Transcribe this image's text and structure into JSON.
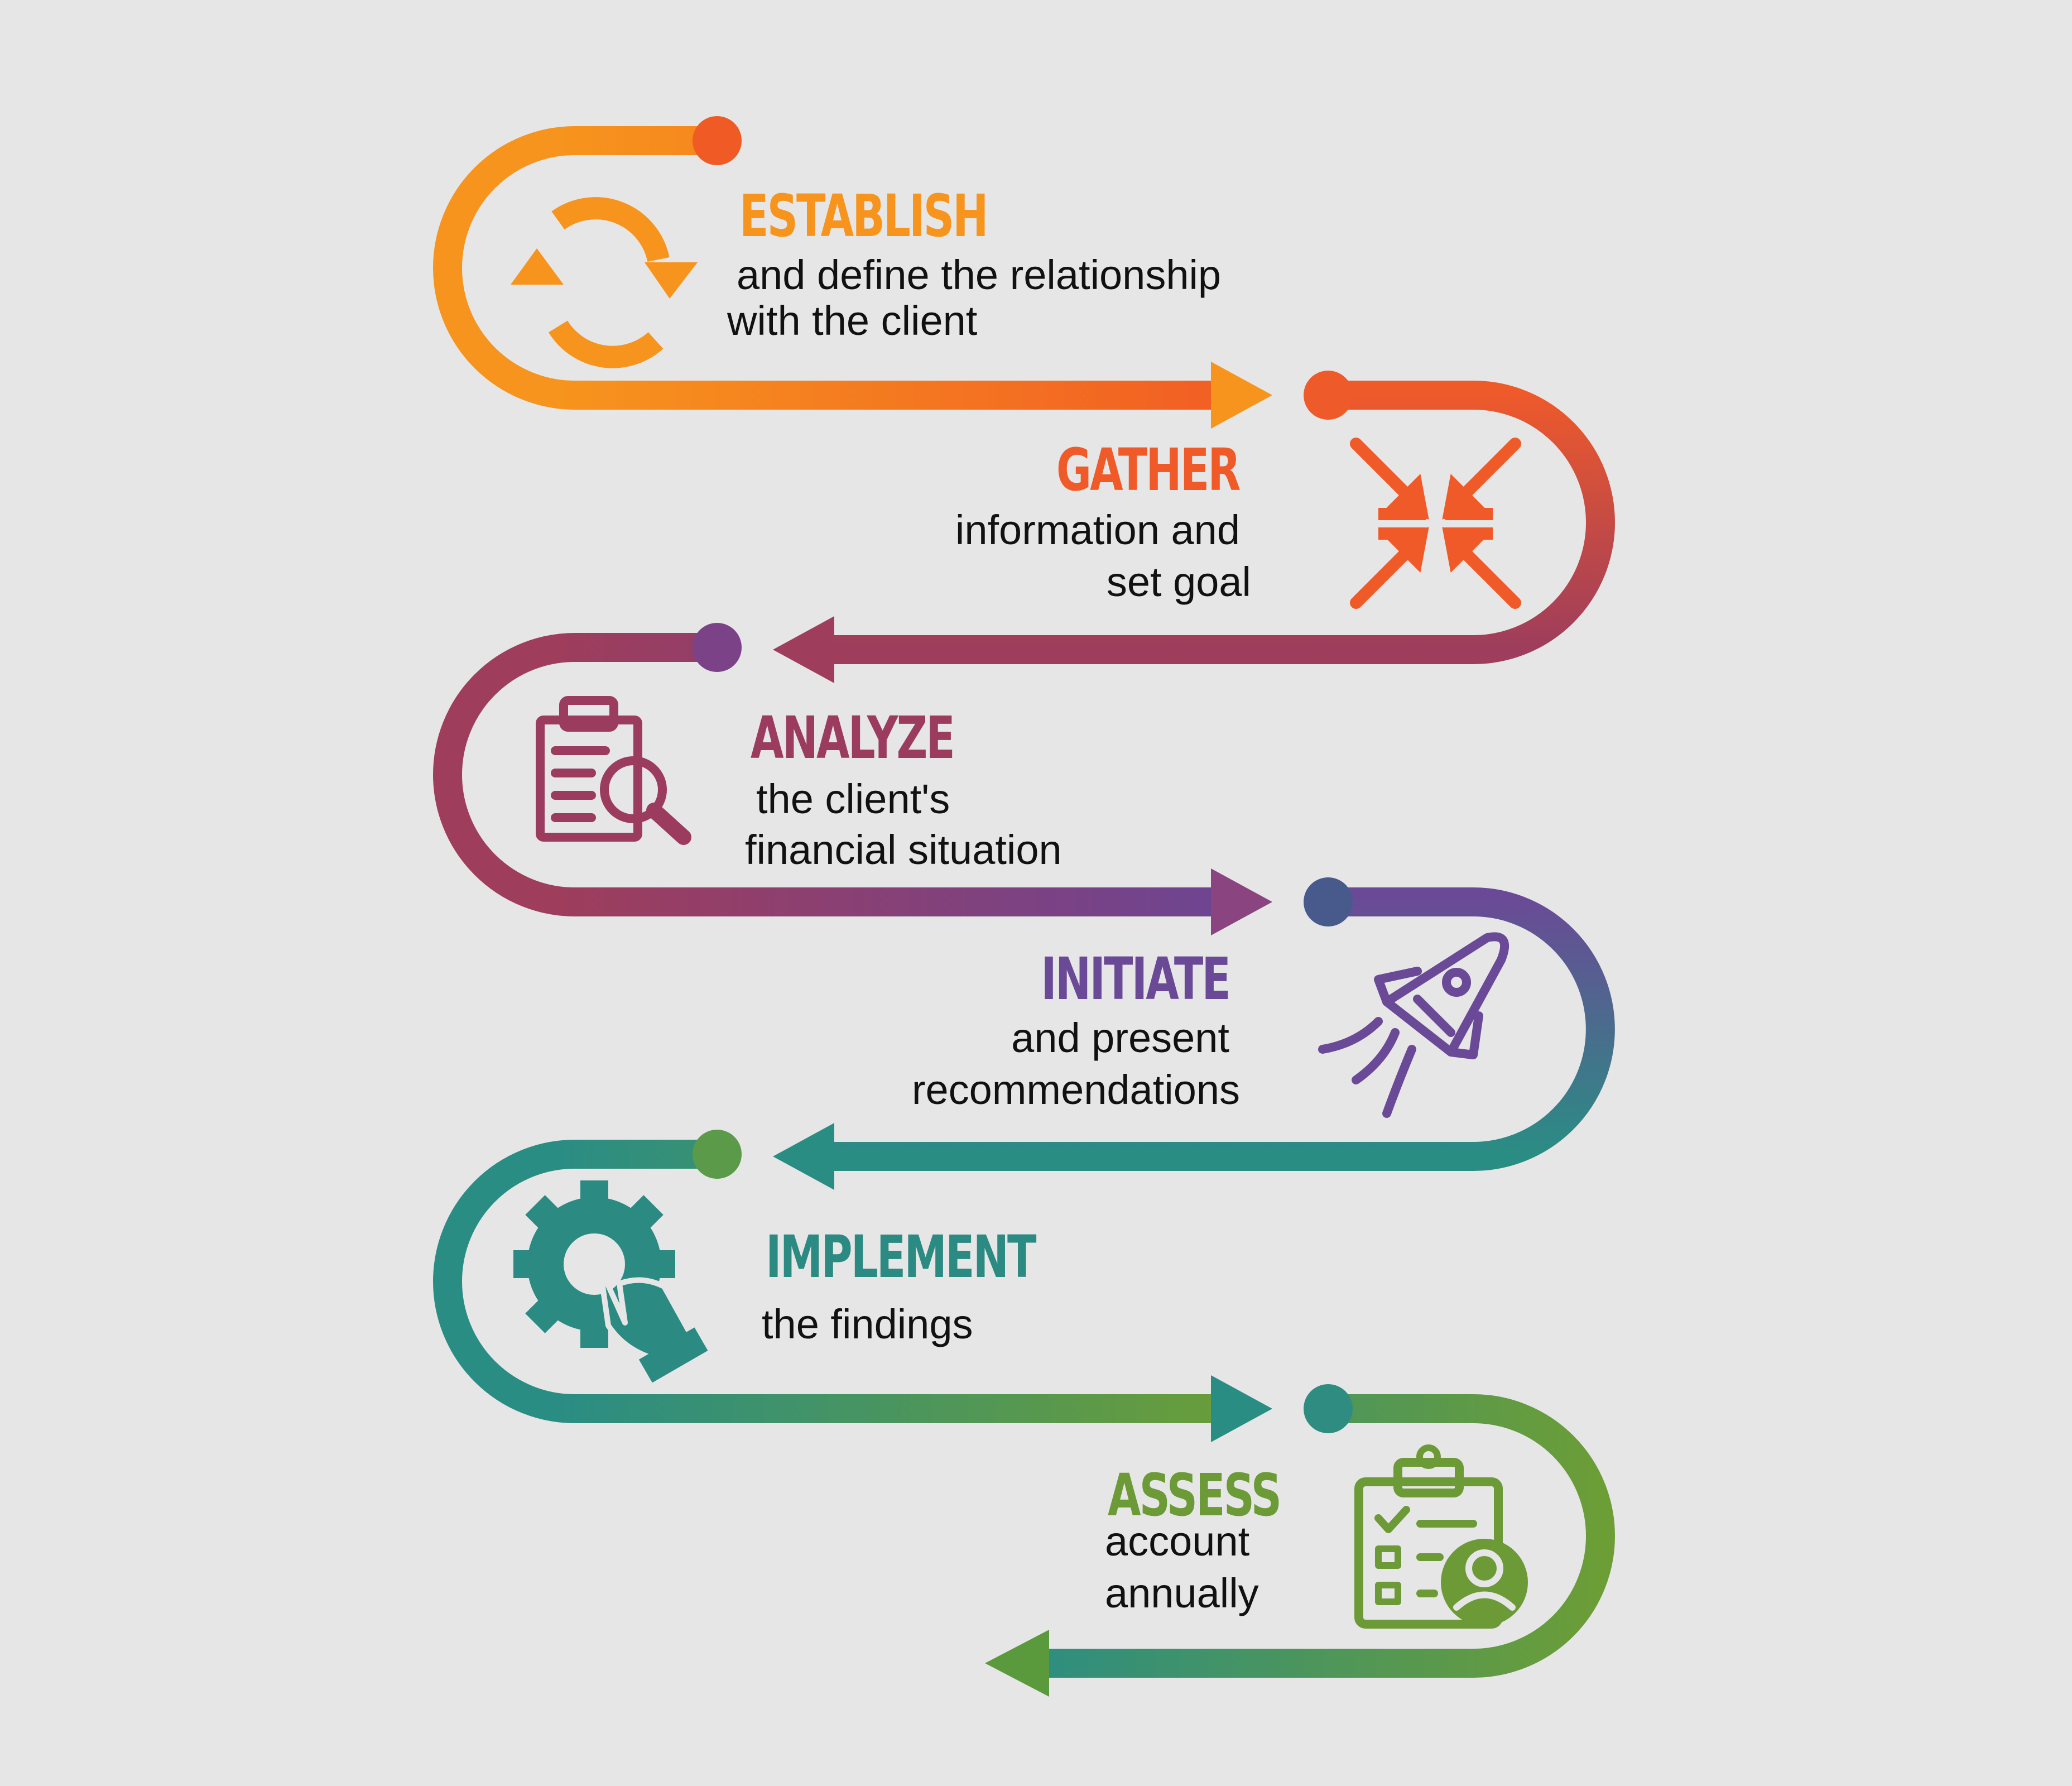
{
  "colors": {
    "background": "#e6e6e6",
    "text": "#111111",
    "orange": "#f7941d",
    "red_orange": "#f15a29",
    "plum": "#9e3d5c",
    "purple": "#6a4a96",
    "teal": "#2a8d84",
    "green": "#6e9e34"
  },
  "steps": [
    {
      "title": "ESTABLISH",
      "description": [
        "and define the relationship",
        "with the client"
      ],
      "icon": "refresh-cycle-icon",
      "color": "#f7941d"
    },
    {
      "title": "GATHER",
      "description": [
        "information and",
        "set goal"
      ],
      "icon": "converging-arrows-icon",
      "color": "#f05a28"
    },
    {
      "title": "ANALYZE",
      "description": [
        "the client's",
        "financial situation"
      ],
      "icon": "clipboard-search-icon",
      "color": "#9b3c5f"
    },
    {
      "title": "INITIATE",
      "description": [
        "and present",
        "recommendations"
      ],
      "icon": "rocket-icon",
      "color": "#6a4a96"
    },
    {
      "title": "IMPLEMENT",
      "description": [
        "the findings"
      ],
      "icon": "gear-hand-icon",
      "color": "#2b8a82"
    },
    {
      "title": "ASSESS",
      "description": [
        "account",
        "annually"
      ],
      "icon": "checklist-user-icon",
      "color": "#6b9a36"
    }
  ]
}
